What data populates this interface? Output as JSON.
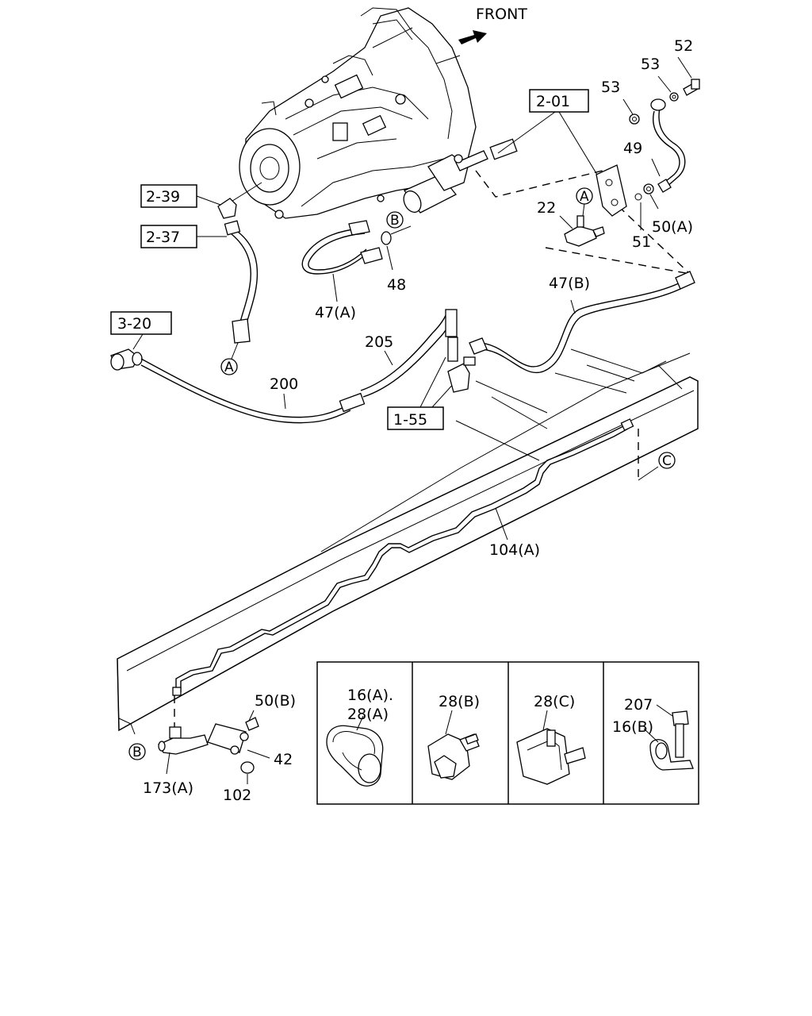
{
  "labels": {
    "front": "FRONT",
    "ref_2_01": "2-01",
    "ref_2_39": "2-39",
    "ref_2_37": "2-37",
    "ref_3_20": "3-20",
    "ref_1_55": "1-55",
    "p52": "52",
    "p53a": "53",
    "p53b": "53",
    "p49": "49",
    "p50a": "50(A)",
    "p51": "51",
    "p22": "22",
    "p48": "48",
    "p47a": "47(A)",
    "p47b": "47(B)",
    "p205": "205",
    "p200": "200",
    "p104a": "104(A)",
    "p50b": "50(B)",
    "p42": "42",
    "p173a": "173(A)",
    "p102": "102",
    "p16a": "16(A).",
    "p28a": "28(A)",
    "p28b": "28(B)",
    "p28c": "28(C)",
    "p207": "207",
    "p16b": "16(B)"
  },
  "circle_markers": {
    "a1": "A",
    "a2": "A",
    "b1": "B",
    "b2": "B",
    "c1": "C"
  }
}
